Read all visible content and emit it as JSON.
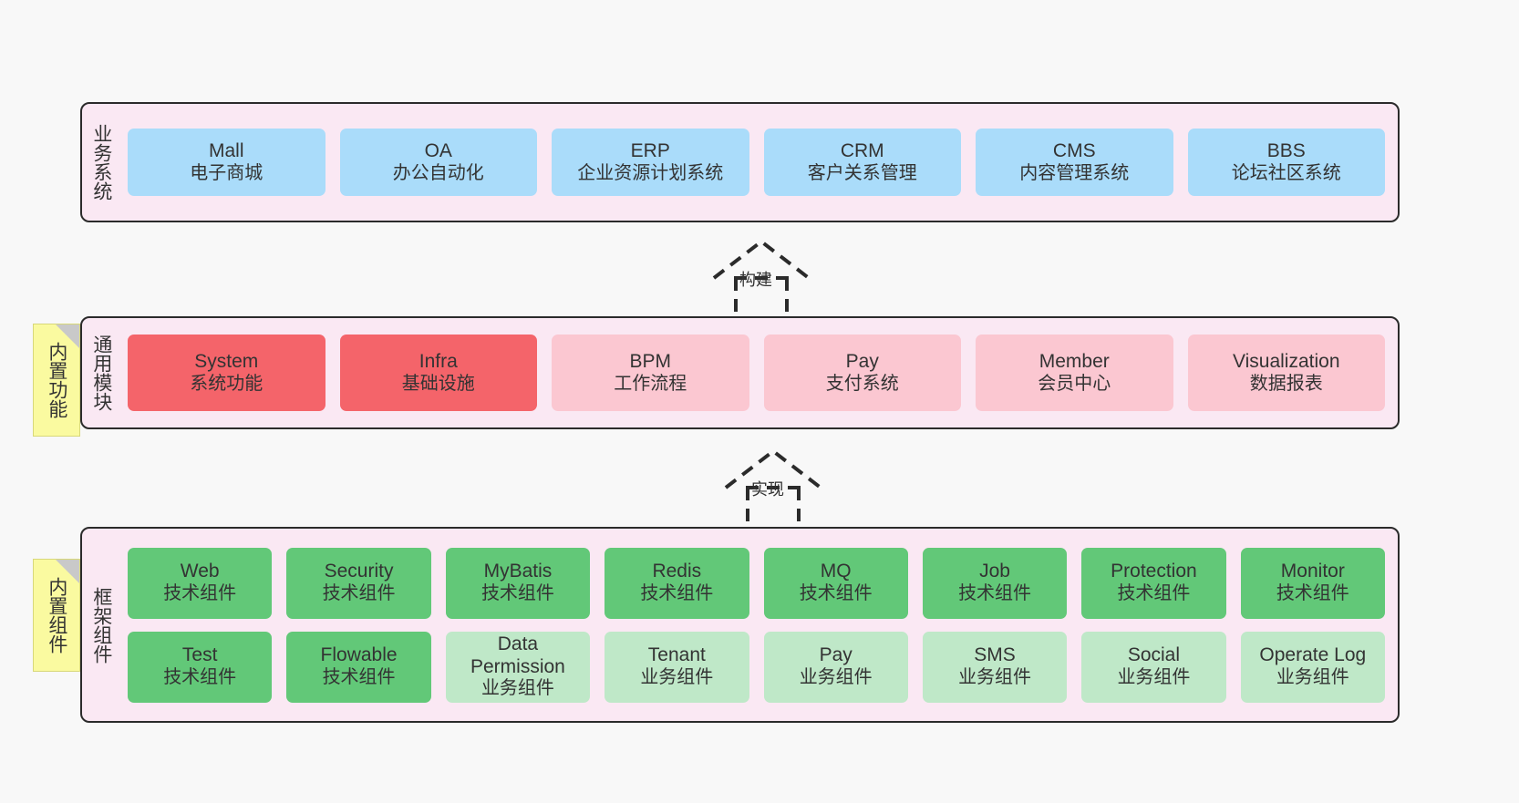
{
  "diagram": {
    "title": "ruoyi-vue-pro architecture layers",
    "background": "#f8f8f8",
    "colors": {
      "layer_bg": "#fae8f3",
      "layer_border": "#2b2b2b",
      "business_node": "#aadcfa",
      "module_strong": "#f4646a",
      "module_soft": "#fbc7d1",
      "framework_tech": "#62c878",
      "framework_biz": "#bfe8c8",
      "note_bg": "#fafaa0"
    }
  },
  "layers": [
    {
      "id": "business",
      "title": "业务系统",
      "nodes": [
        {
          "en": "Mall",
          "cn": "电子商城"
        },
        {
          "en": "OA",
          "cn": "办公自动化"
        },
        {
          "en": "ERP",
          "cn": "企业资源计划系统"
        },
        {
          "en": "CRM",
          "cn": "客户关系管理"
        },
        {
          "en": "CMS",
          "cn": "内容管理系统"
        },
        {
          "en": "BBS",
          "cn": "论坛社区系统"
        }
      ]
    },
    {
      "id": "modules",
      "title": "通用模块",
      "note": "内置功能",
      "nodes": [
        {
          "en": "System",
          "cn": "系统功能",
          "style": "strong"
        },
        {
          "en": "Infra",
          "cn": "基础设施",
          "style": "strong"
        },
        {
          "en": "BPM",
          "cn": "工作流程",
          "style": "soft"
        },
        {
          "en": "Pay",
          "cn": "支付系统",
          "style": "soft"
        },
        {
          "en": "Member",
          "cn": "会员中心",
          "style": "soft"
        },
        {
          "en": "Visualization",
          "cn": "数据报表",
          "style": "soft"
        }
      ]
    },
    {
      "id": "framework",
      "title": "框架组件",
      "note": "内置组件",
      "rows": [
        [
          {
            "en": "Web",
            "cn": "技术组件",
            "style": "tech"
          },
          {
            "en": "Security",
            "cn": "技术组件",
            "style": "tech"
          },
          {
            "en": "MyBatis",
            "cn": "技术组件",
            "style": "tech"
          },
          {
            "en": "Redis",
            "cn": "技术组件",
            "style": "tech"
          },
          {
            "en": "MQ",
            "cn": "技术组件",
            "style": "tech"
          },
          {
            "en": "Job",
            "cn": "技术组件",
            "style": "tech"
          },
          {
            "en": "Protection",
            "cn": "技术组件",
            "style": "tech"
          },
          {
            "en": "Monitor",
            "cn": "技术组件",
            "style": "tech"
          }
        ],
        [
          {
            "en": "Test",
            "cn": "技术组件",
            "style": "tech"
          },
          {
            "en": "Flowable",
            "cn": "技术组件",
            "style": "tech"
          },
          {
            "en": "Data Permission",
            "cn": "业务组件",
            "style": "biz"
          },
          {
            "en": "Tenant",
            "cn": "业务组件",
            "style": "biz"
          },
          {
            "en": "Pay",
            "cn": "业务组件",
            "style": "biz"
          },
          {
            "en": "SMS",
            "cn": "业务组件",
            "style": "biz"
          },
          {
            "en": "Social",
            "cn": "业务组件",
            "style": "biz"
          },
          {
            "en": "Operate Log",
            "cn": "业务组件",
            "style": "biz"
          }
        ]
      ]
    }
  ],
  "connectors": [
    {
      "id": "build",
      "label": "构建",
      "from": "modules",
      "to": "business"
    },
    {
      "id": "implement",
      "label": "实现",
      "from": "framework",
      "to": "modules"
    }
  ]
}
